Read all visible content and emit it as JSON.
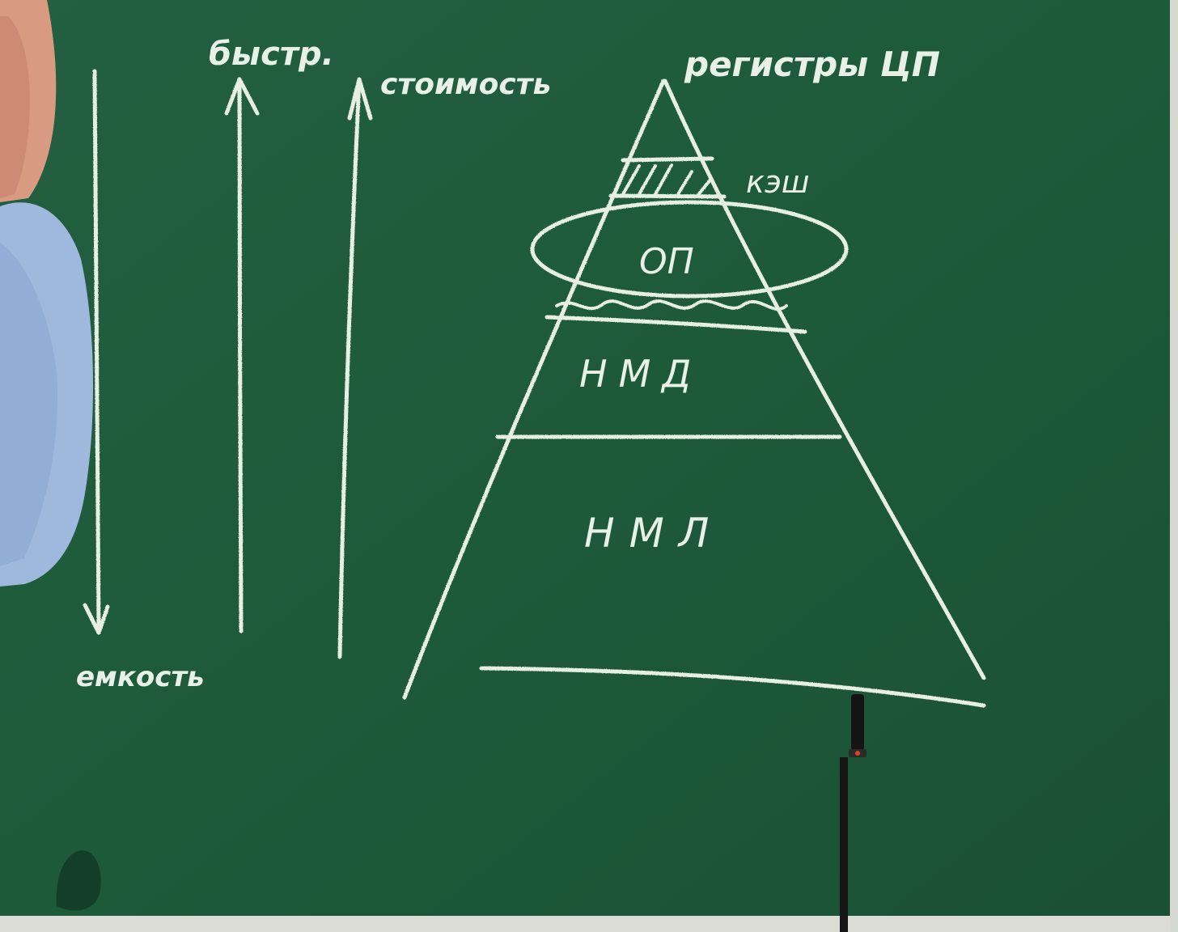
{
  "board": {
    "color": "#1f5a3b",
    "chalk_color": "#e9f1e6"
  },
  "axes": {
    "speed_label": "быстр.",
    "cost_label": "стоимость",
    "capacity_label": "емкость"
  },
  "pyramid": {
    "apex_label": "регистры ЦП",
    "cache_label": "кэш",
    "main_memory_label": "ОП",
    "disk_label": "НМД",
    "tape_label": "НМЛ"
  }
}
